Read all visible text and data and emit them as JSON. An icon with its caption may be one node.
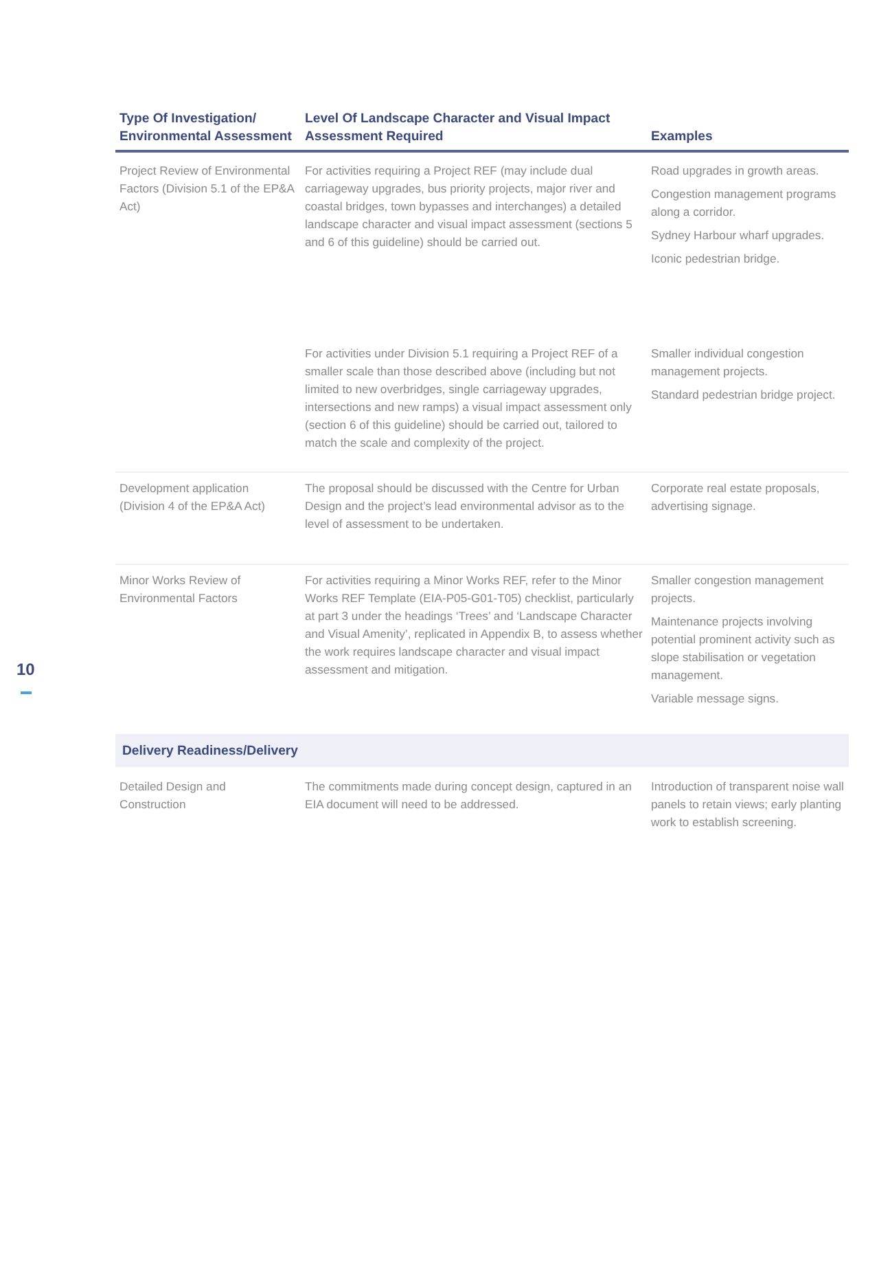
{
  "diagram": {
    "labels": [
      "Type Of Investigation/ Environmental Assessment",
      "Level Of Landscape Character and Visual Impact Assessment Required",
      "Examples",
      "Project Review of Environmental Factors (Division 5.1 of the EP&A Act)",
      "For activities requiring a Project REF (may include dual carriageway upgrades, bus priority projects, major river and coastal bridges, town bypasses and interchanges) a detailed landscape character and visual impact assessment (sections 5 and 6 of this guideline) should be carried out.",
      "Road upgrades in growth areas.",
      "Congestion management programs along a corridor.",
      "Sydney Harbour wharf upgrades.",
      "Iconic pedestrian bridge.",
      "For activities under Division 5.1 requiring a Project REF of a smaller scale than those described above (including but not limited to new overbridges, single carriageway upgrades, intersections and new ramps) a visual impact assessment only (section 6 of this guideline) should be carried out, tailored to match the scale and complexity of the project.",
      "Smaller individual congestion management projects.",
      "Standard pedestrian bridge project.",
      "Development application (Division 4 of the EP&A Act)",
      "The proposal should be discussed with the Centre for Urban Design and the project’s lead environmental advisor as to the level of assessment to be undertaken.",
      "Corporate real estate proposals, advertising signage.",
      "Minor Works Review of Environmental Factors",
      "For activities requiring a Minor Works REF, refer to the Minor Works REF Template (EIA-P05-G01-T05) checklist, particularly at part 3 under the headings ‘Trees’ and ‘Landscape Character and Visual Amenity’, replicated in Appendix B, to assess whether the work requires landscape character and visual impact assessment and mitigation.",
      "Smaller congestion management projects.",
      "Maintenance projects involving potential prominent activity such as slope stabilisation or vegetation management.",
      "Variable message signs.",
      "Delivery Readiness/Delivery",
      "Detailed Design and Construction",
      "The commitments made during concept design, captured in an EIA document will need to be addressed.",
      "Introduction of transparent noise wall panels to retain views; early planting work to establish screening.",
      "10"
    ]
  }
}
